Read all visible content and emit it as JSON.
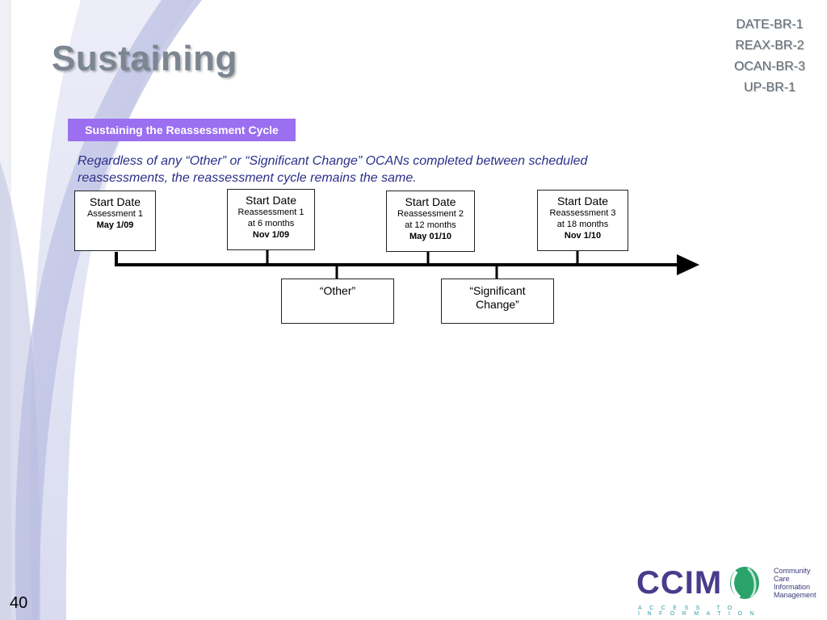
{
  "title": "Sustaining",
  "codes": [
    "DATE-BR-1",
    "REAX-BR-2",
    "OCAN-BR-3",
    "UP-BR-1"
  ],
  "section_label": "Sustaining the Reassessment Cycle",
  "description": "Regardless of any “Other” or “Significant Change” OCANs completed between scheduled reassessments, the reassessment cycle remains the same.",
  "timeline_boxes": [
    {
      "header": "Start Date",
      "line1": "Assessment 1",
      "line2": "",
      "date": "May 1/09"
    },
    {
      "header": "Start Date",
      "line1": "Reassessment 1",
      "line2": "at 6 months",
      "date": "Nov 1/09"
    },
    {
      "header": "Start Date",
      "line1": "Reassessment 2",
      "line2": "at 12 months",
      "date": "May 01/10"
    },
    {
      "header": "Start Date",
      "line1": "Reassessment 3",
      "line2": "at 18 months",
      "date": "Nov 1/10"
    }
  ],
  "events": [
    {
      "label": "“Other”"
    },
    {
      "label": "“Significant Change”"
    }
  ],
  "page_number": "40",
  "logo": {
    "name": "CCIM",
    "subtitle_lines": [
      "Community",
      "Care",
      "Information",
      "Management"
    ],
    "tagline": "ACCESS TO INFORMATION"
  },
  "colors": {
    "accent": "#9b6ff0",
    "title": "#7b8691",
    "description": "#2c2f8a",
    "logo": "#4a3b8c",
    "logo_green": "#2aa36b"
  }
}
